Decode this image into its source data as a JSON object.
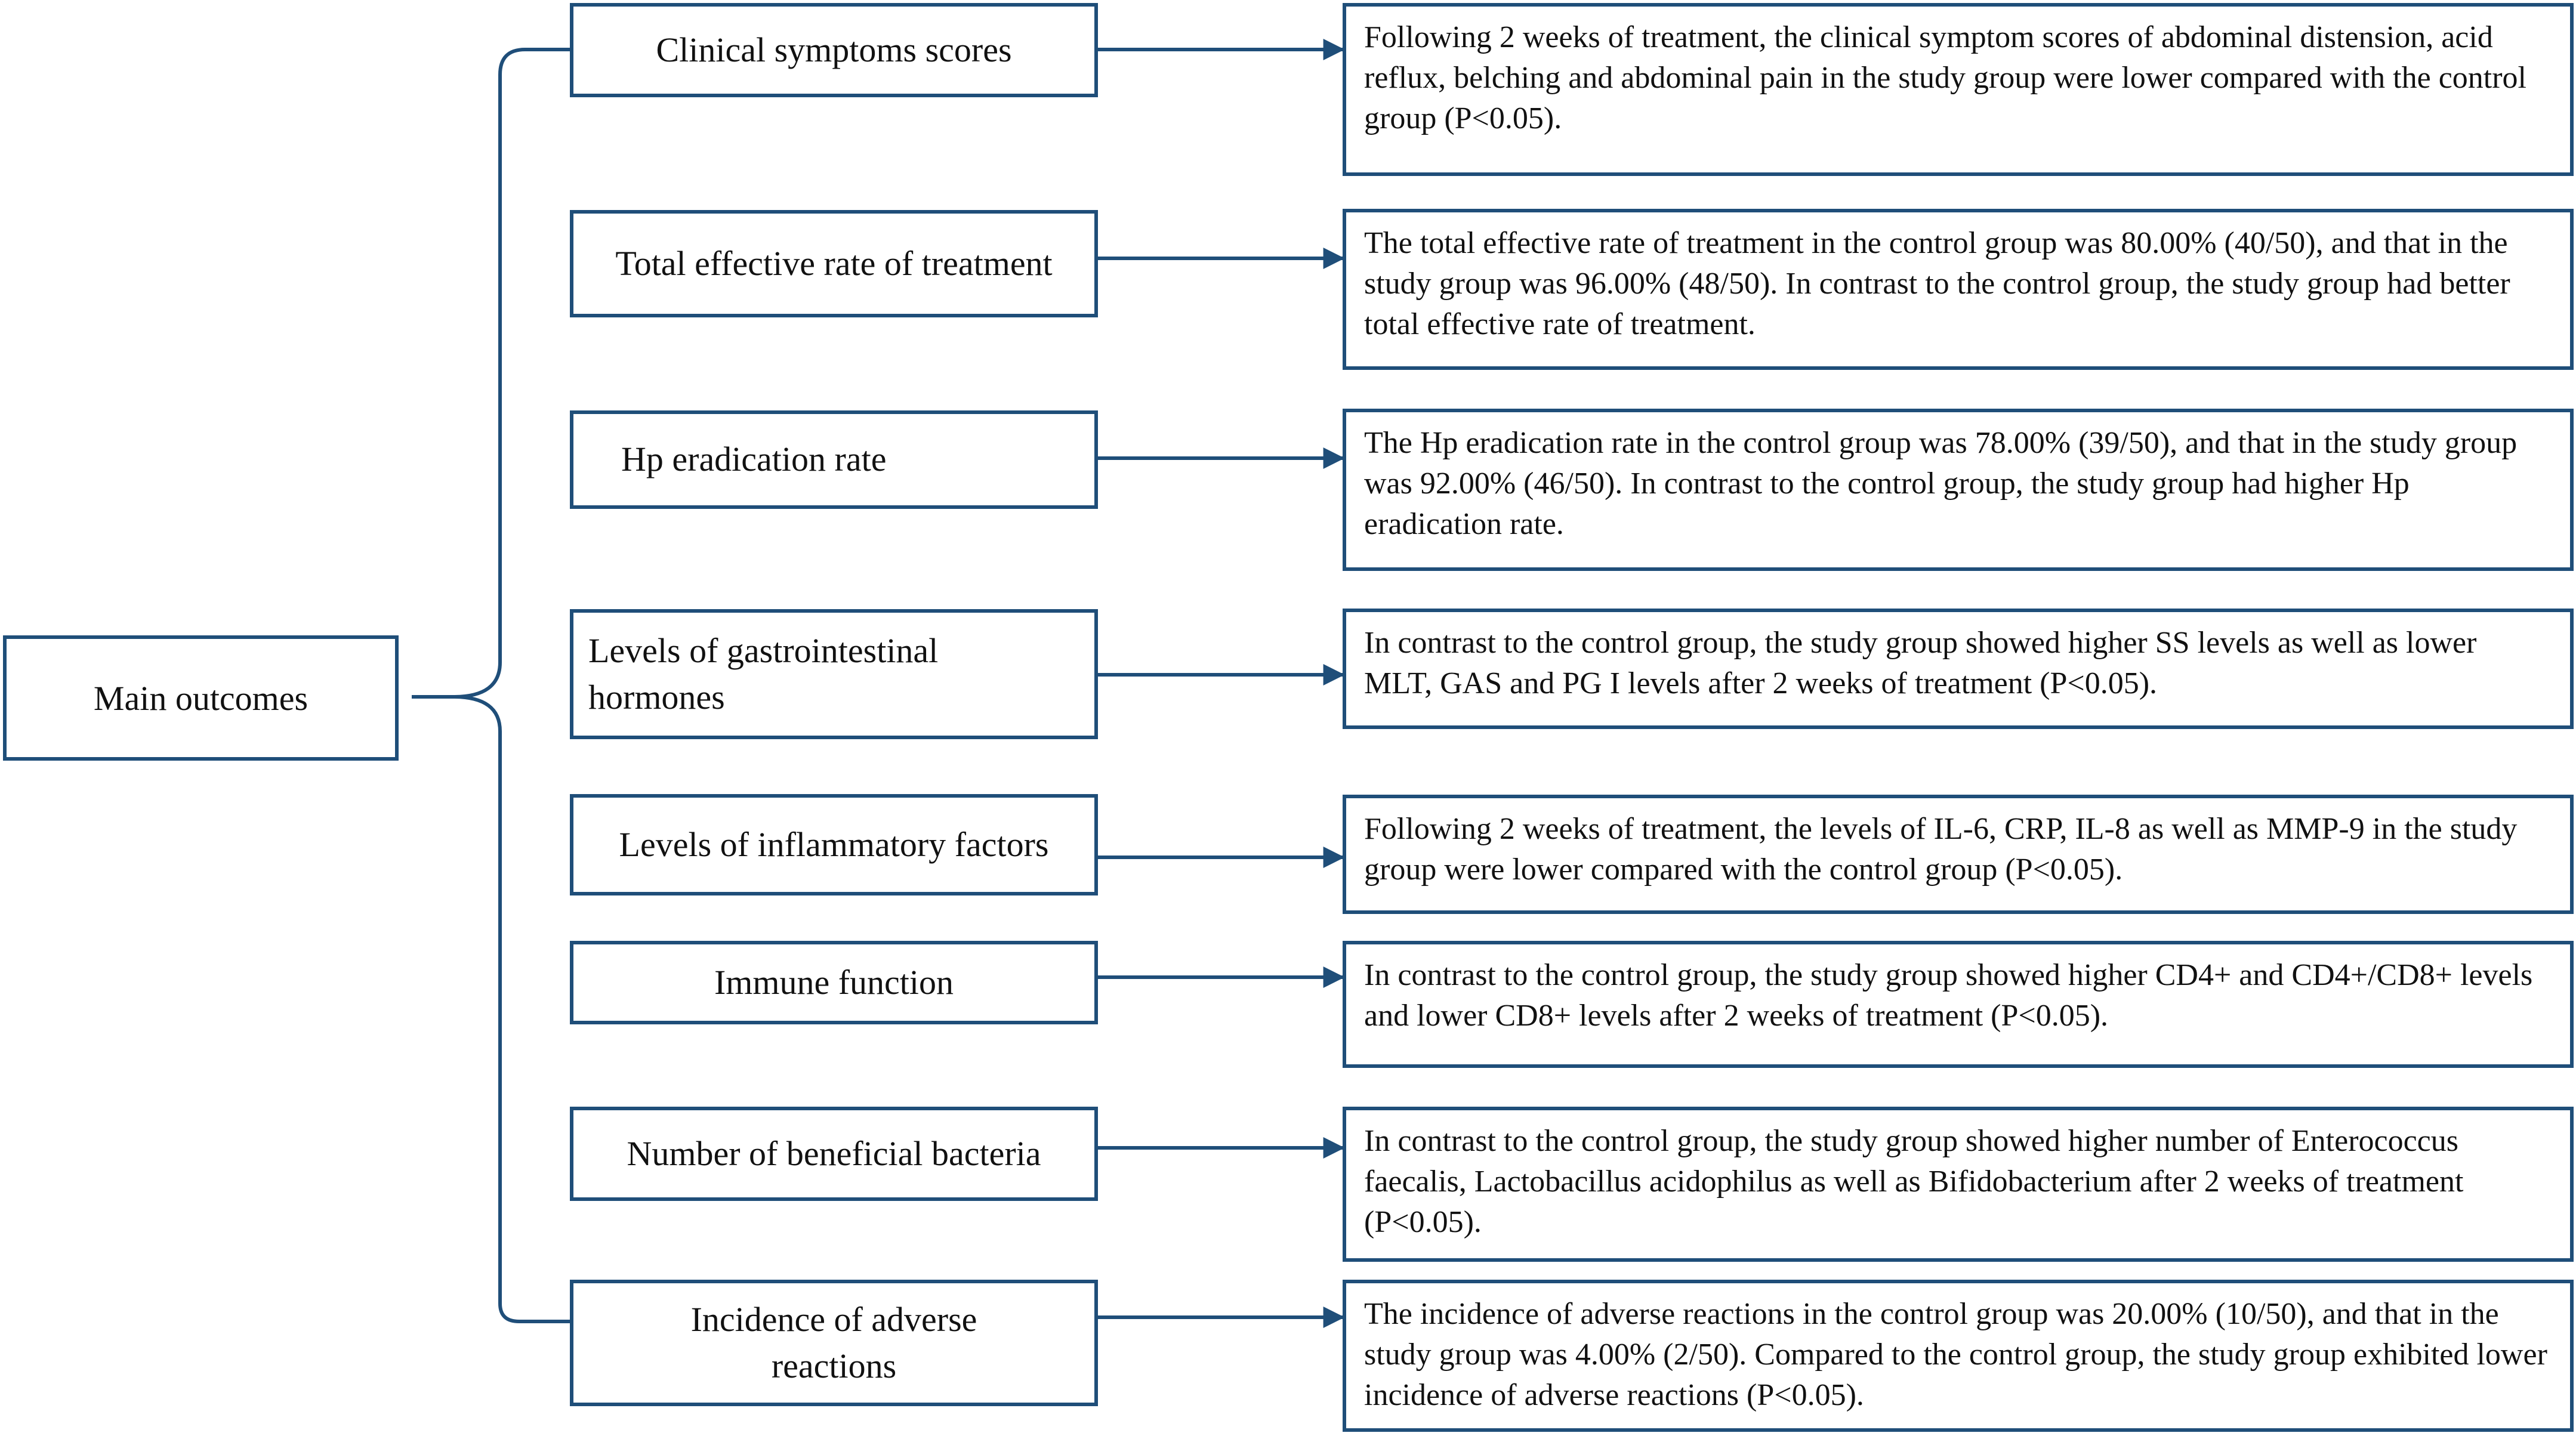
{
  "colors": {
    "border": "#1f4e79",
    "text": "#111111",
    "background": "#ffffff"
  },
  "root": {
    "label": "Main outcomes"
  },
  "outcomes": [
    {
      "label": "Clinical symptoms scores",
      "result": "Following 2 weeks of treatment, the clinical symptom scores of abdominal distension, acid reflux, belching and abdominal pain in the study group were lower compared with the control group (P<0.05)."
    },
    {
      "label": "Total effective rate of treatment",
      "result": "The total effective rate of treatment in the control group was 80.00% (40/50), and that in the study group was 96.00% (48/50). In contrast to the control group, the study group had better total effective rate of treatment."
    },
    {
      "label": "Hp eradication rate",
      "result": "The Hp eradication rate in the control group was 78.00% (39/50), and that in the study group was 92.00% (46/50). In contrast to the control group, the study group had higher Hp eradication rate."
    },
    {
      "label": "Levels of gastrointestinal hormones",
      "result": "In contrast to the control group, the study group showed higher SS levels as well as lower MLT, GAS and PG I levels after 2 weeks of treatment (P<0.05)."
    },
    {
      "label": "Levels of inflammatory factors",
      "result": "Following 2 weeks of treatment, the levels of IL-6, CRP, IL-8 as well as MMP-9 in the study group were lower compared with the control group (P<0.05)."
    },
    {
      "label": "Immune function",
      "result": "In contrast to the control group, the study group showed higher CD4+ and CD4+/CD8+ levels and lower CD8+ levels after 2 weeks of treatment (P<0.05)."
    },
    {
      "label": "Number of beneficial bacteria",
      "result": "In contrast to the control group, the study group showed higher number of Enterococcus faecalis, Lactobacillus acidophilus as well as Bifidobacterium after 2 weeks of treatment (P<0.05)."
    },
    {
      "label": "Incidence of adverse reactions",
      "result": "The incidence of adverse reactions in the control group was 20.00% (10/50), and that in the study group was 4.00% (2/50). Compared to the control group, the study group exhibited lower incidence of adverse reactions (P<0.05)."
    }
  ]
}
